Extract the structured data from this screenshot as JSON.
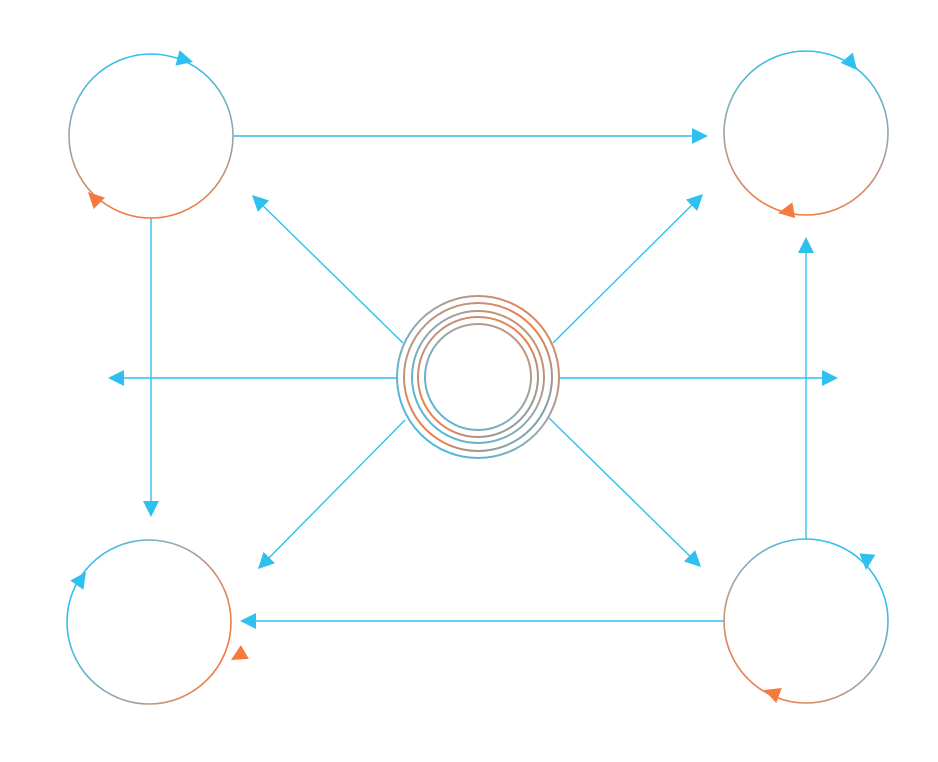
{
  "diagram": {
    "colors": {
      "blue": "#2ec0ef",
      "blue_dark": "#2a8fd0",
      "orange": "#f47a40",
      "gray": "#9aa6a8"
    },
    "nodes": [
      "top-left-cycle",
      "top-right-cycle",
      "bottom-left-cycle",
      "bottom-right-cycle",
      "center-hub"
    ],
    "hub_rings": 5
  }
}
